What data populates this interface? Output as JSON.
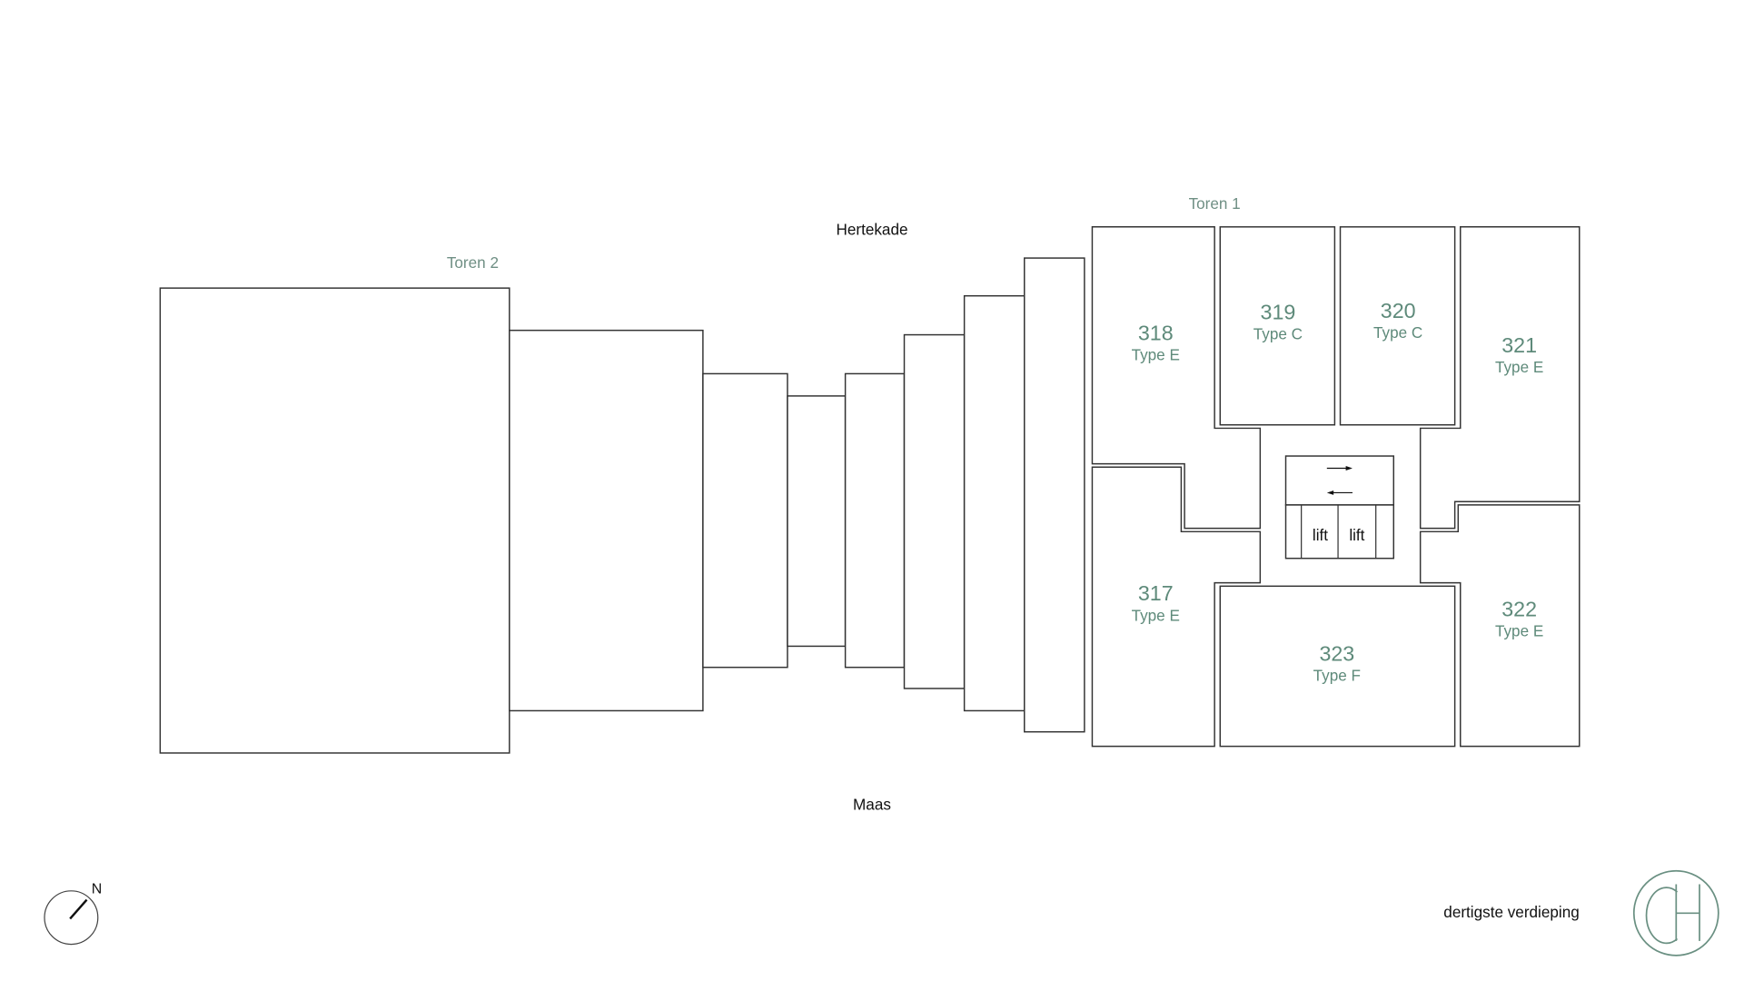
{
  "labels": {
    "tower2": "Toren 2",
    "tower1": "Toren 1",
    "street_north": "Hertekade",
    "street_south": "Maas",
    "floor": "dertigste verdieping",
    "compass_n": "N",
    "lift": "lift"
  },
  "units": [
    {
      "number": "318",
      "type": "Type E"
    },
    {
      "number": "319",
      "type": "Type C"
    },
    {
      "number": "320",
      "type": "Type C"
    },
    {
      "number": "321",
      "type": "Type E"
    },
    {
      "number": "317",
      "type": "Type E"
    },
    {
      "number": "322",
      "type": "Type E"
    },
    {
      "number": "323",
      "type": "Type F"
    }
  ],
  "logo": {
    "text": "CH",
    "color": "#6a9082"
  },
  "colors": {
    "accent": "#5e8a7a",
    "line": "#333333"
  }
}
